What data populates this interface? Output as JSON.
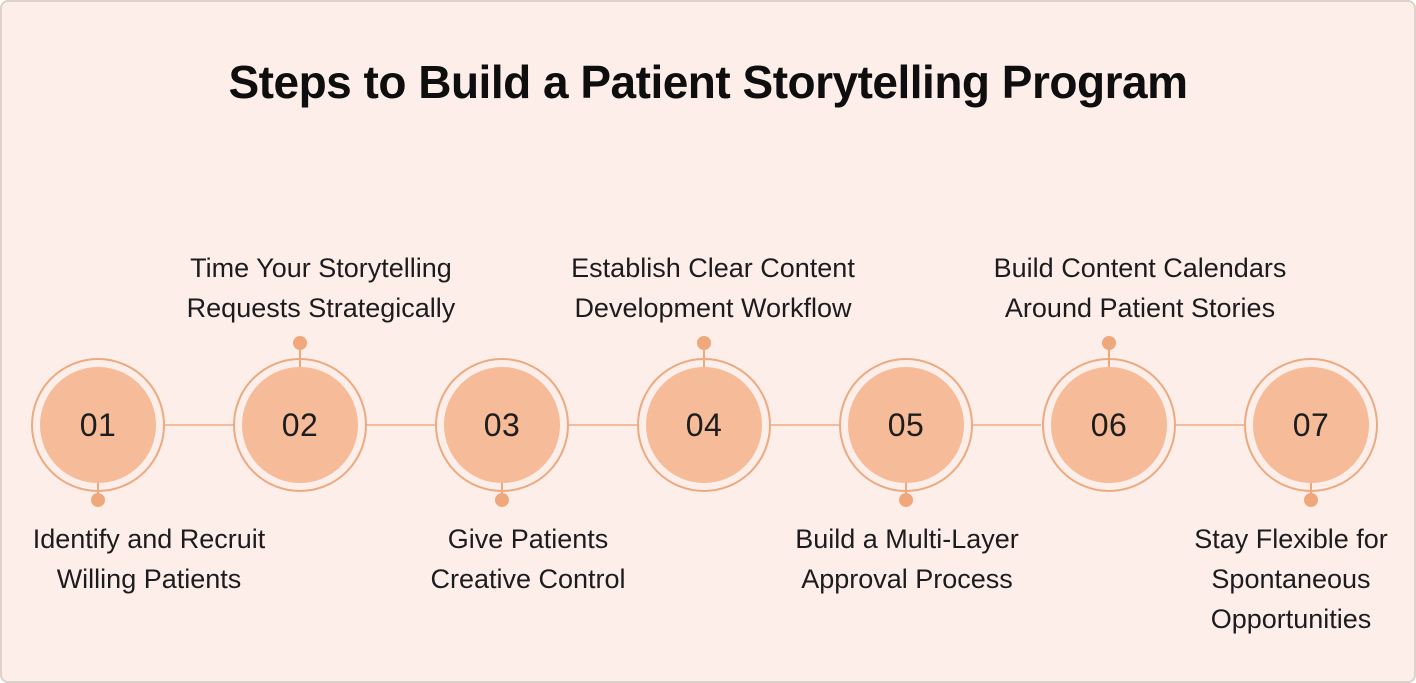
{
  "title": "Steps to Build a Patient Storytelling Program",
  "colors": {
    "background": "#fdeee9",
    "canvas_border": "#dcd2ca",
    "circle_fill": "#f6bb98",
    "ring_stroke": "#ecaa80",
    "connector_line": "#f3bd9d",
    "dot_fill": "#efa87c",
    "number_text": "#1d1d1d",
    "label_text": "#1c1c1e",
    "title_text": "#0e0e0e"
  },
  "steps": [
    {
      "number": "01",
      "label": "Identify and Recruit\nWilling Patients",
      "label_position": "below"
    },
    {
      "number": "02",
      "label": "Time Your Storytelling\nRequests Strategically",
      "label_position": "above"
    },
    {
      "number": "03",
      "label": "Give Patients\nCreative Control",
      "label_position": "below"
    },
    {
      "number": "04",
      "label": "Establish Clear Content\nDevelopment Workflow",
      "label_position": "above"
    },
    {
      "number": "05",
      "label": "Build a Multi-Layer\nApproval Process",
      "label_position": "below"
    },
    {
      "number": "06",
      "label": "Build Content Calendars\nAround Patient Stories",
      "label_position": "above"
    },
    {
      "number": "07",
      "label": "Stay Flexible for\nSpontaneous\nOpportunities",
      "label_position": "below"
    }
  ]
}
